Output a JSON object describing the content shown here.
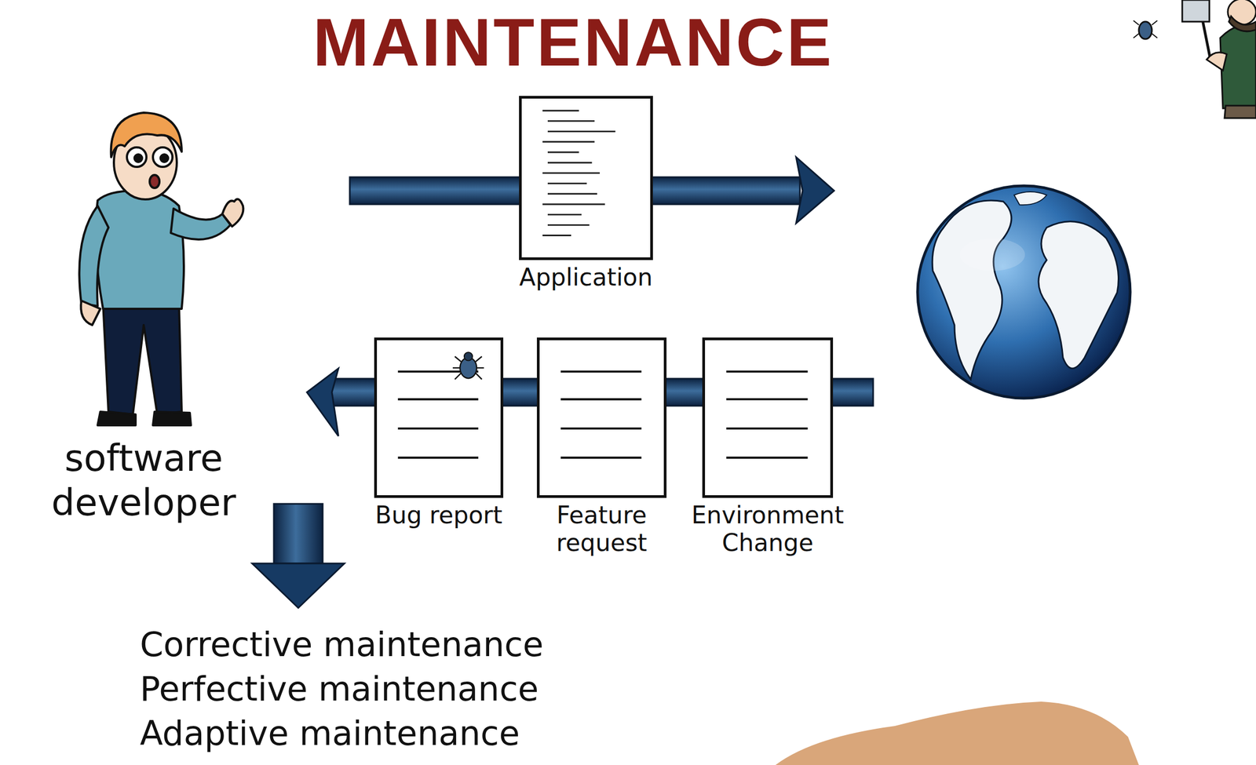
{
  "diagram": {
    "title": "MAINTENANCE",
    "nodes": [
      {
        "text": [
          "Application"
        ]
      },
      {
        "text": [
          "Bug report"
        ]
      },
      {
        "text": [
          "Feature request"
        ]
      },
      {
        "text": [
          "Environment Change"
        ]
      }
    ],
    "edges": [
      {
        "from": 3,
        "to": 2,
        "arrow": "none"
      },
      {
        "from": 2,
        "to": 1,
        "arrow": "none"
      }
    ],
    "labels": [
      "software developer",
      "Corrective maintenance",
      "Perfective maintenance",
      "Adaptive maintenance"
    ]
  }
}
